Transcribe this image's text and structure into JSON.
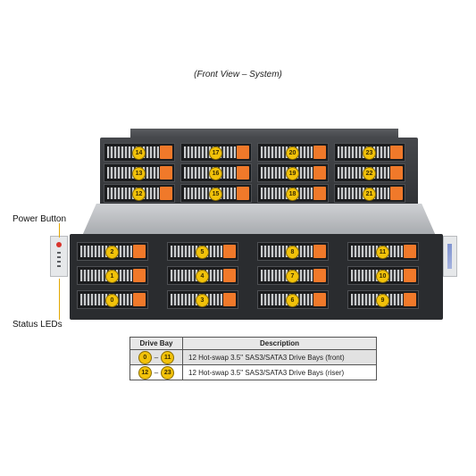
{
  "caption": "(Front View – System)",
  "callouts": {
    "power_button": "Power Button",
    "status_leds": "Status LEDs"
  },
  "riser_bays": [
    [
      "14",
      "17",
      "20",
      "23"
    ],
    [
      "13",
      "16",
      "19",
      "22"
    ],
    [
      "12",
      "15",
      "18",
      "21"
    ]
  ],
  "front_bays": [
    [
      "2",
      "5",
      "8",
      "11"
    ],
    [
      "1",
      "4",
      "7",
      "10"
    ],
    [
      "0",
      "3",
      "6",
      "9"
    ]
  ],
  "table": {
    "headers": [
      "Drive Bay",
      "Description"
    ],
    "rows": [
      {
        "from": "0",
        "dash": "–",
        "to": "11",
        "description": "12 Hot-swap 3.5\" SAS3/SATA3 Drive Bays (front)"
      },
      {
        "from": "12",
        "dash": "–",
        "to": "23",
        "description": "12 Hot-swap 3.5\" SAS3/SATA3 Drive Bays (riser)"
      }
    ]
  },
  "colors": {
    "latch": "#f0792a",
    "badge": "#f2c20a",
    "chassis": "#2a2c2f"
  }
}
